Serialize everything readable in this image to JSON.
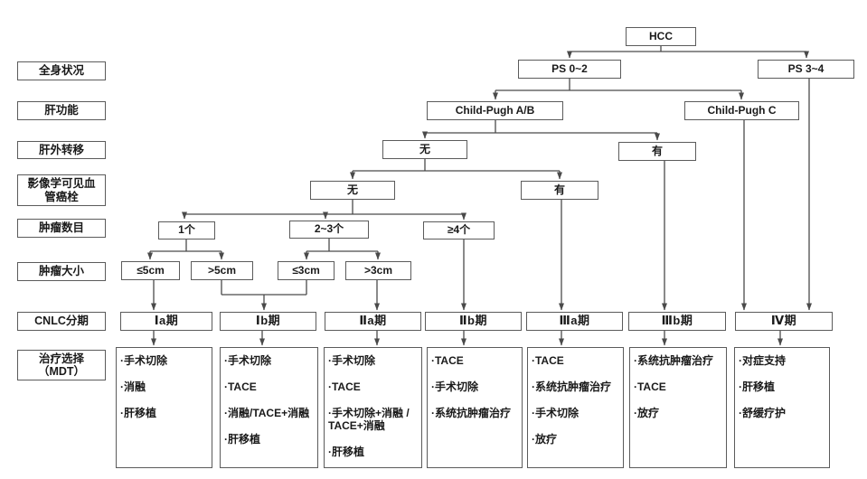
{
  "diagram": {
    "bullet": "·",
    "root": {
      "label": "HCC"
    },
    "rows": [
      {
        "id": "performance-status",
        "label": "全身状况"
      },
      {
        "id": "liver-function",
        "label": "肝功能"
      },
      {
        "id": "extrahepatic-metastasis",
        "label": "肝外转移"
      },
      {
        "id": "vascular-invasion",
        "label": "影像学可见血\n管癌栓"
      },
      {
        "id": "tumor-count",
        "label": "肿瘤数目"
      },
      {
        "id": "tumor-size",
        "label": "肿瘤大小"
      },
      {
        "id": "cnlc-stage",
        "label": "CNLC分期"
      },
      {
        "id": "treatment-choice",
        "label": "治疗选择\n（MDT）"
      }
    ],
    "nodes": {
      "ps02": {
        "label": "PS 0~2"
      },
      "ps34": {
        "label": "PS 3~4"
      },
      "child_pugh_ab": {
        "label": "Child-Pugh A/B"
      },
      "child_pugh_c": {
        "label": "Child-Pugh C"
      },
      "metastasis_no": {
        "label": "无"
      },
      "metastasis_yes": {
        "label": "有"
      },
      "vascular_no": {
        "label": "无"
      },
      "vascular_yes": {
        "label": "有"
      },
      "count_1": {
        "label": "1个"
      },
      "count_2_3": {
        "label": "2~3个"
      },
      "count_ge4": {
        "label": "≥4个"
      },
      "size_le5": {
        "label": "≤5cm"
      },
      "size_gt5": {
        "label": ">5cm"
      },
      "size_le3": {
        "label": "≤3cm"
      },
      "size_gt3": {
        "label": ">3cm"
      }
    },
    "stages": [
      {
        "label": "Ⅰa期"
      },
      {
        "label": "Ⅰb期"
      },
      {
        "label": "Ⅱa期"
      },
      {
        "label": "Ⅱb期"
      },
      {
        "label": "Ⅲa期"
      },
      {
        "label": "Ⅲb期"
      },
      {
        "label": "Ⅳ期"
      }
    ],
    "treatments": [
      {
        "stage": "Ⅰa期",
        "items": [
          "手术切除",
          "消融",
          "肝移植"
        ]
      },
      {
        "stage": "Ⅰb期",
        "items": [
          "手术切除",
          "TACE",
          "消融/TACE+消融",
          "肝移植"
        ]
      },
      {
        "stage": "Ⅱa期",
        "items": [
          "手术切除",
          "TACE",
          "手术切除+消融 / TACE+消融",
          "肝移植"
        ]
      },
      {
        "stage": "Ⅱb期",
        "items": [
          "TACE",
          "手术切除",
          "系统抗肿瘤治疗"
        ]
      },
      {
        "stage": "Ⅲa期",
        "items": [
          "TACE",
          "系统抗肿瘤治疗",
          "手术切除",
          "放疗"
        ]
      },
      {
        "stage": "Ⅲb期",
        "items": [
          "系统抗肿瘤治疗",
          "TACE",
          "放疗"
        ]
      },
      {
        "stage": "Ⅳ期",
        "items": [
          "对症支持",
          "肝移植",
          "舒缓疗护"
        ]
      }
    ],
    "line_color": "#4a4a4a",
    "border_color": "#5b5b5b"
  }
}
